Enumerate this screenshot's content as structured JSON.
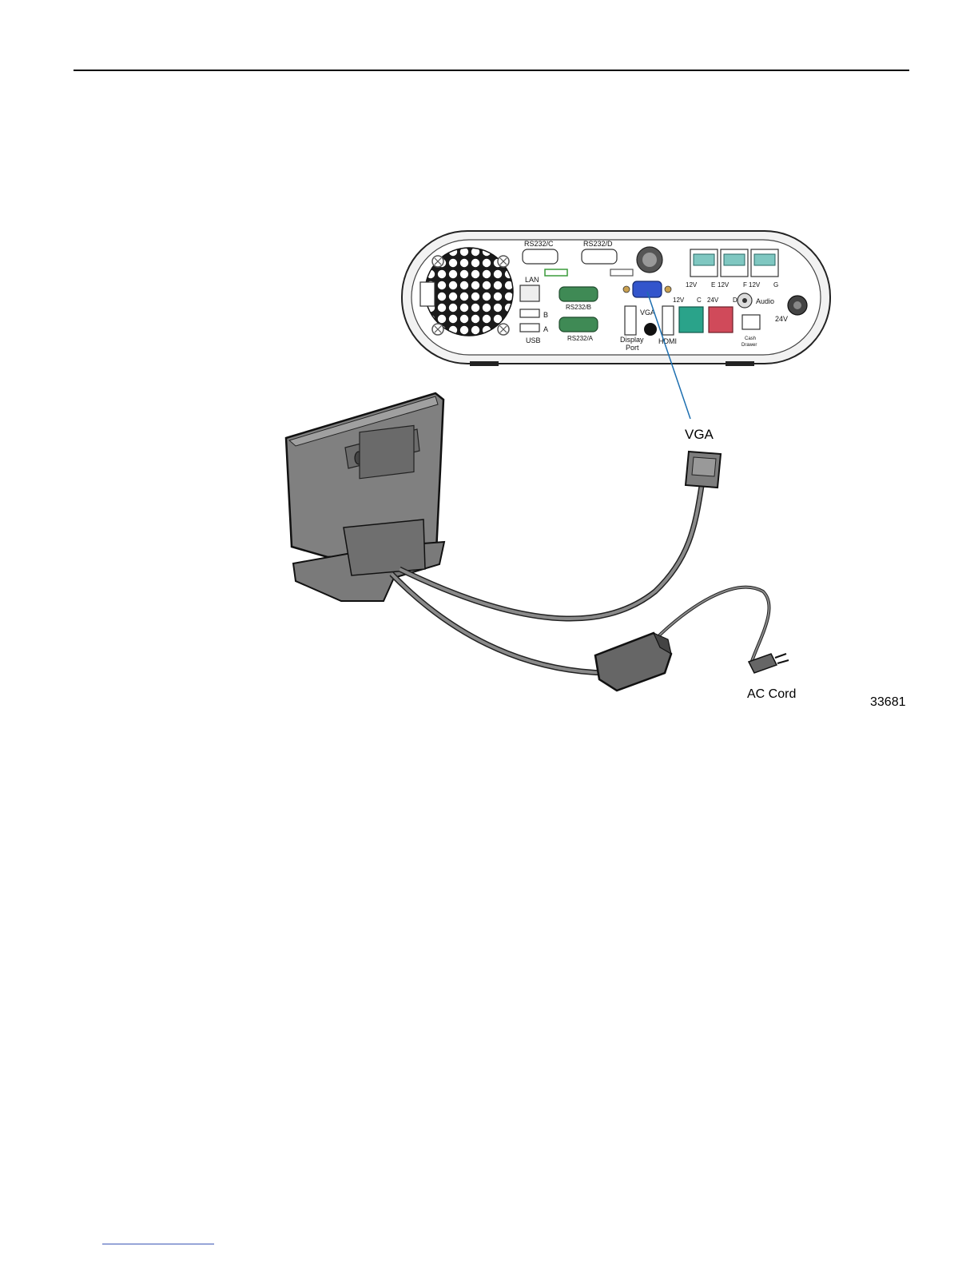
{
  "figure": {
    "number": "33681",
    "callouts": {
      "vga_cable": "VGA",
      "ac_cord": "AC Cord"
    },
    "ports": {
      "rs232_c": "RS232/C",
      "rs232_d": "RS232/D",
      "rs232_b": "RS232/B",
      "rs232_a": "RS232/A",
      "lan": "LAN",
      "usb_b": "B",
      "usb_a": "A",
      "usb": "USB",
      "vga": "VGA",
      "display_port_1": "Display",
      "display_port_2": "Port",
      "hdmi": "HDMI",
      "p12v_e": "12V",
      "e": "E",
      "p12v_f": "12V",
      "f": "F",
      "p12v_g": "12V",
      "g": "G",
      "p12v_c": "12V",
      "c": "C",
      "p24v_d": "24V",
      "d": "D",
      "audio": "Audio",
      "p24v": "24V",
      "cash_1": "Cash",
      "cash_2": "Drawer"
    },
    "colors": {
      "serial_port": "#3f8a55",
      "vga_port": "#3355cc",
      "usb12_port": "#2aa38a",
      "usb24_port": "#d04a5a",
      "vga_cable_line": "#1d6fb0"
    }
  }
}
